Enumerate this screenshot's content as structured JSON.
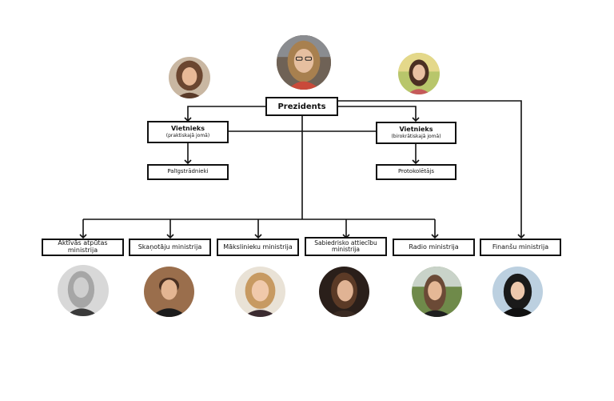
{
  "president": {
    "label": "Prezidents"
  },
  "deputies": [
    {
      "title": "Vietnieks",
      "sub": "(praktiskajā jomā)"
    },
    {
      "title": "Vietnieks",
      "sub": "(birokrātiskajā jomā)"
    }
  ],
  "assistants": [
    {
      "label": "Palīgstrādnieki"
    },
    {
      "label": "Protokolētājs"
    }
  ],
  "ministries": [
    {
      "label": "Aktīvās atpūtas ministrija"
    },
    {
      "label": "Skaņotāju ministrija"
    },
    {
      "label": "Mākslinieku ministrija"
    },
    {
      "label": "Sabiedrisko attiecību ministrija"
    },
    {
      "label": "Radio ministrija"
    },
    {
      "label": "Finanšu ministrija"
    }
  ],
  "colors": {
    "line": "#111111",
    "box_border": "#111111",
    "background": "#ffffff"
  }
}
